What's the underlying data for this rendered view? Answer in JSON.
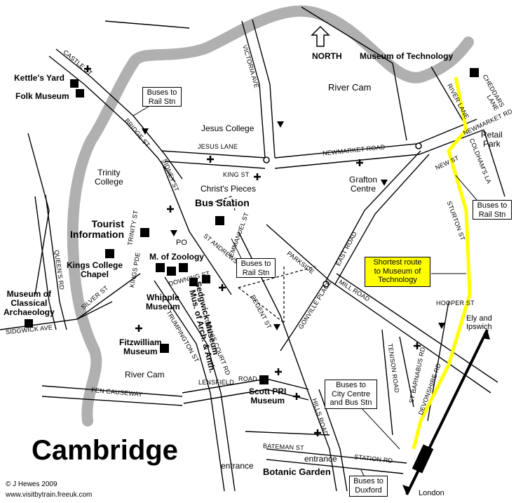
{
  "title": "Cambridge",
  "credit": "© J Hewes 2009",
  "website": "www.visitbytrain.freeuk.com",
  "north": "NORTH",
  "museum_tech": "Museum of Technology",
  "river_cam": "River Cam",
  "places": {
    "kettles_yard": "Kettle's Yard",
    "folk_museum": "Folk Museum",
    "jesus_college": "Jesus College",
    "trinity_college": "Trinity\nCollege",
    "christs_pieces": "Christ's Pieces",
    "bus_station": "Bus Station",
    "tourist_info": "Tourist\nInformation",
    "kings_chapel": "Kings College\nChapel",
    "m_zoology": "M. of Zoology",
    "whipple": "Whipple\nMuseum",
    "sedgwick": "Sedgwick Museum",
    "mus_arch": "Mus. of Arch. & Anth.",
    "classical": "Museum of\nClassical\nArchaeology",
    "fitzwilliam": "Fitzwilliam\nMuseum",
    "river_cam_south": "River Cam",
    "scott_pri": "Scott PRI\nMuseum",
    "grafton": "Grafton\nCentre",
    "retail_park": "Retail\nPark",
    "botanic": "Botanic Garden",
    "entrance1": "entrance",
    "entrance2": "entrance",
    "po": "PO",
    "ely": "Ely and\nIpswich",
    "london": "London"
  },
  "streets": {
    "castle": "CASTLE ST",
    "victoria": "VICTORIA AVE",
    "bridge": "BRIDGE ST",
    "jesus_lane": "JESUS LANE",
    "newmarket": "NEWMARKET ROAD",
    "king": "KING ST",
    "sidney": "SIDNEY ST",
    "trinity": "TRINITY ST",
    "kings_pde": "KINGS PDE",
    "emmanuel": "EMMANUEL ST",
    "st_andrews": "ST ANDREWS ST",
    "downing": "DOWNING ST",
    "regent": "REGENT ST",
    "silver": "SILVER ST",
    "queens": "QUEEN'S RD",
    "sidgwick": "SIDGWICK AVE",
    "trumpington": "TRUMPINGTON ST",
    "tennis": "TENNIS COURT RD",
    "lensfield": "LENSFIELD",
    "road": "ROAD",
    "fen": "FEN CAUSEWAY",
    "hills": "HILLS ROAD",
    "bateman": "BATEMAN ST",
    "station": "STATION RD",
    "gonville": "GONVILLE PLACE",
    "parkside": "PARKSIDE",
    "east": "EAST ROAD",
    "mill": "MILL ROAD",
    "tenison": "TENISON ROAD",
    "st_barnabus": "ST BARNABUS RD",
    "devonshire": "DEVONSHIRE RD",
    "hooper": "HOOPER ST",
    "sturton": "STURTON ST",
    "new_st": "NEW ST",
    "coldhams": "COLDHAM'S LA",
    "newmarket_tr": "NEWMARKET RD",
    "river_lane": "RIVER LANE",
    "cheddars": "CHEDDARS",
    "lane": "LANE"
  },
  "callouts": {
    "bus_rail_1": "Buses to\nRail Stn",
    "bus_rail_2": "Buses to\nRail Stn",
    "bus_rail_3": "Buses to\nRail Stn",
    "bus_city": "Buses to\nCity Centre\nand Bus Stn",
    "bus_duxford": "Buses to\nDuxford",
    "shortest": "Shortest route\nto Museum of\nTechnology"
  },
  "colors": {
    "route": "#ffff00",
    "river": "#b0b0b0",
    "road": "#000000"
  }
}
